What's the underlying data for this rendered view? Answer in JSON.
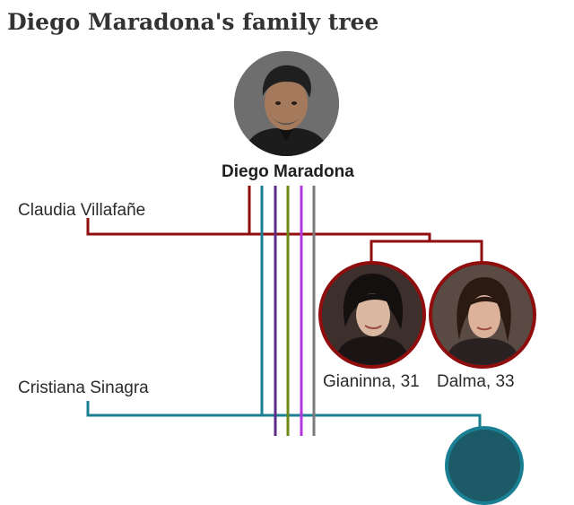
{
  "title": "Diego Maradona's family tree",
  "root": {
    "name": "Diego Maradona"
  },
  "partners": [
    {
      "name": "Claudia Villafañe",
      "color": "#8f0d0d"
    },
    {
      "name": "Cristiana Sinagra",
      "color": "#1b7f93"
    }
  ],
  "children": [
    {
      "label": "Gianinna, 31",
      "parent": "Claudia Villafañe"
    },
    {
      "label": "Dalma, 33",
      "parent": "Claudia Villafañe"
    }
  ],
  "line_colors": [
    "#8f0d0d",
    "#1b7f93",
    "#5b2c8a",
    "#6f8a14",
    "#b436e0",
    "#7a7a7a"
  ]
}
